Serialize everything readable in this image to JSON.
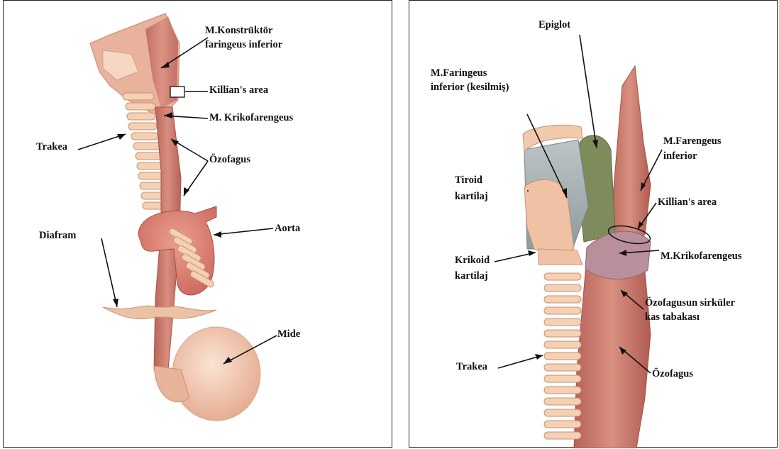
{
  "left_panel": {
    "labels": {
      "konstruktor_1": "M.Konstrüktör",
      "konstruktor_2": "faringeus inferior",
      "killian": "Killian's area",
      "krikofarengeus": "M. Krikofarengeus",
      "trakea": "Trakea",
      "ozofagus": "Özofagus",
      "aorta": "Aorta",
      "diafram": "Diafram",
      "mide": "Mide"
    }
  },
  "right_panel": {
    "labels": {
      "epiglot": "Epiglot",
      "faringeus_kesilmis_1": "M.Faringeus",
      "faringeus_kesilmis_2": "inferior  (kesilmiş)",
      "farengeus_inferior_1": "M.Farengeus",
      "farengeus_inferior_2": "inferior",
      "tiroid_1": "Tiroid",
      "tiroid_2": "kartilaj",
      "killian": "Killian's area",
      "krikoid_1": "Krikoid",
      "krikoid_2": "kartilaj",
      "krikofarengeus": "M.Krikofarengeus",
      "sirkuler_1": "Özofagusun sirküler",
      "sirkuler_2": "kas tabakası",
      "trakea": "Trakea",
      "ozofagus": "Özofagus"
    }
  },
  "colors": {
    "muscle": "#c8776a",
    "muscle_dark": "#a8544a",
    "skin": "#f1c7ac",
    "cartilage": "#e8b89a",
    "trachea_ring": "#f4d0b4",
    "aorta": "#d9857a",
    "stomach": "#f3cbb4",
    "epiglottis": "#7c8a5a",
    "membrane": "#a9b4b6",
    "cricopharyngeus": "#b88f9a"
  }
}
